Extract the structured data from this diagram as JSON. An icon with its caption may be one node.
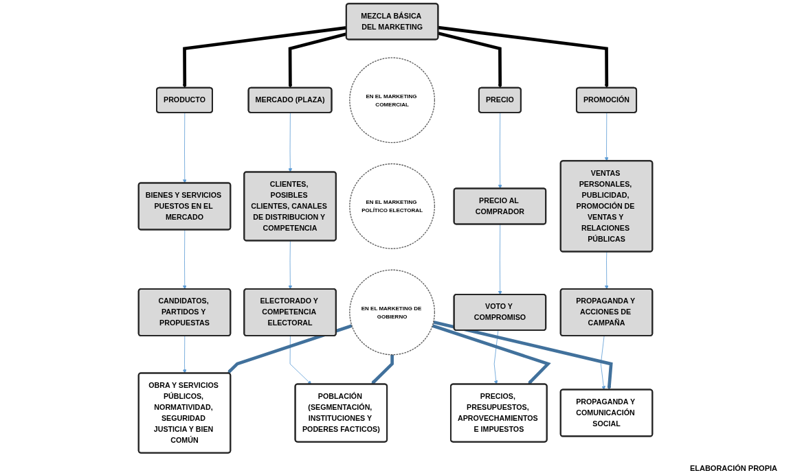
{
  "diagram": {
    "nodes": [
      {
        "text": [
          "MEZCLA BÁSICA DEL MARKETING"
        ]
      },
      {
        "text": [
          "PRODUCTO"
        ]
      },
      {
        "text": [
          "MERCADO (PLAZA)"
        ]
      },
      {
        "text": [
          "PRECIO"
        ]
      },
      {
        "text": [
          "PROMOCIÓN"
        ]
      },
      {
        "text": [
          "EN EL MARKETING COMERCIAL"
        ]
      },
      {
        "text": [
          "BIENES Y SERVICIOS PUESTOS EN EL MERCADO"
        ]
      },
      {
        "text": [
          "CLIENTES, POSIBLES CLIENTES, CANALES DE DISTRIBUCION Y COMPETENCIA"
        ]
      },
      {
        "text": [
          "PRECIO AL COMPRADOR"
        ]
      },
      {
        "text": [
          "VENTAS PERSONALES, PUBLICIDAD, PROMOCIÓN DE VENTAS Y RELACIONES PÚBLICAS"
        ]
      },
      {
        "text": [
          "EN EL MARKETING POLÍTICO ELECTORAL"
        ]
      },
      {
        "text": [
          "CANDIDATOS, PARTIDOS Y PROPUESTAS"
        ]
      },
      {
        "text": [
          "ELECTORADO Y COMPETENCIA ELECTORAL"
        ]
      },
      {
        "text": [
          "VOTO Y COMPROMISO"
        ]
      },
      {
        "text": [
          "PROPAGANDA Y ACCIONES DE CAMPAÑA"
        ]
      },
      {
        "text": [
          "EN EL MARKETING DE GOBIERNO"
        ]
      },
      {
        "text": [
          "OBRA Y SERVICIOS PÚBLICOS, NORMATIVIDAD, SEGURIDAD JUSTICIA Y BIEN COMÚN"
        ]
      },
      {
        "text": [
          "POBLACIÓN (SEGMENTACIÓN, INSTITUCIONES Y PODERES FACTICOS)"
        ]
      },
      {
        "text": [
          "PRECIOS, PRESUPUESTOS, APROVECHAMIENTOS E IMPUESTOS"
        ]
      },
      {
        "text": [
          "PROPAGANDA Y COMUNICACIÓN SOCIAL"
        ]
      }
    ],
    "edges": [
      {
        "from": 0,
        "to": 1,
        "arrow": "to",
        "style": "thick",
        "color": "#000000"
      },
      {
        "from": 0,
        "to": 2,
        "arrow": "to",
        "style": "thick",
        "color": "#000000"
      },
      {
        "from": 0,
        "to": 3,
        "arrow": "to",
        "style": "thick",
        "color": "#000000"
      },
      {
        "from": 0,
        "to": 4,
        "arrow": "to",
        "style": "thick",
        "color": "#000000"
      },
      {
        "from": 1,
        "to": 6,
        "arrow": "to"
      },
      {
        "from": 2,
        "to": 7,
        "arrow": "to"
      },
      {
        "from": 3,
        "to": 8,
        "arrow": "to"
      },
      {
        "from": 4,
        "to": 9,
        "arrow": "to"
      },
      {
        "from": 6,
        "to": 11,
        "arrow": "to"
      },
      {
        "from": 7,
        "to": 12,
        "arrow": "to"
      },
      {
        "from": 8,
        "to": 13,
        "arrow": "to"
      },
      {
        "from": 9,
        "to": 14,
        "arrow": "to"
      },
      {
        "from": 11,
        "to": 16,
        "arrow": "to"
      },
      {
        "from": 12,
        "to": 17,
        "arrow": "to"
      },
      {
        "from": 13,
        "to": 18,
        "arrow": "to"
      },
      {
        "from": 14,
        "to": 19,
        "arrow": "to"
      },
      {
        "from": 15,
        "to": 16,
        "arrow": "to",
        "style": "thick",
        "color": "#41719c"
      },
      {
        "from": 15,
        "to": 17,
        "arrow": "to",
        "style": "thick",
        "color": "#41719c"
      },
      {
        "from": 15,
        "to": 18,
        "arrow": "to",
        "style": "thick",
        "color": "#41719c"
      },
      {
        "from": 15,
        "to": 19,
        "arrow": "to",
        "style": "thick",
        "color": "#41719c"
      }
    ],
    "labels": [
      "ELABORACIÓN PROPIA"
    ]
  }
}
